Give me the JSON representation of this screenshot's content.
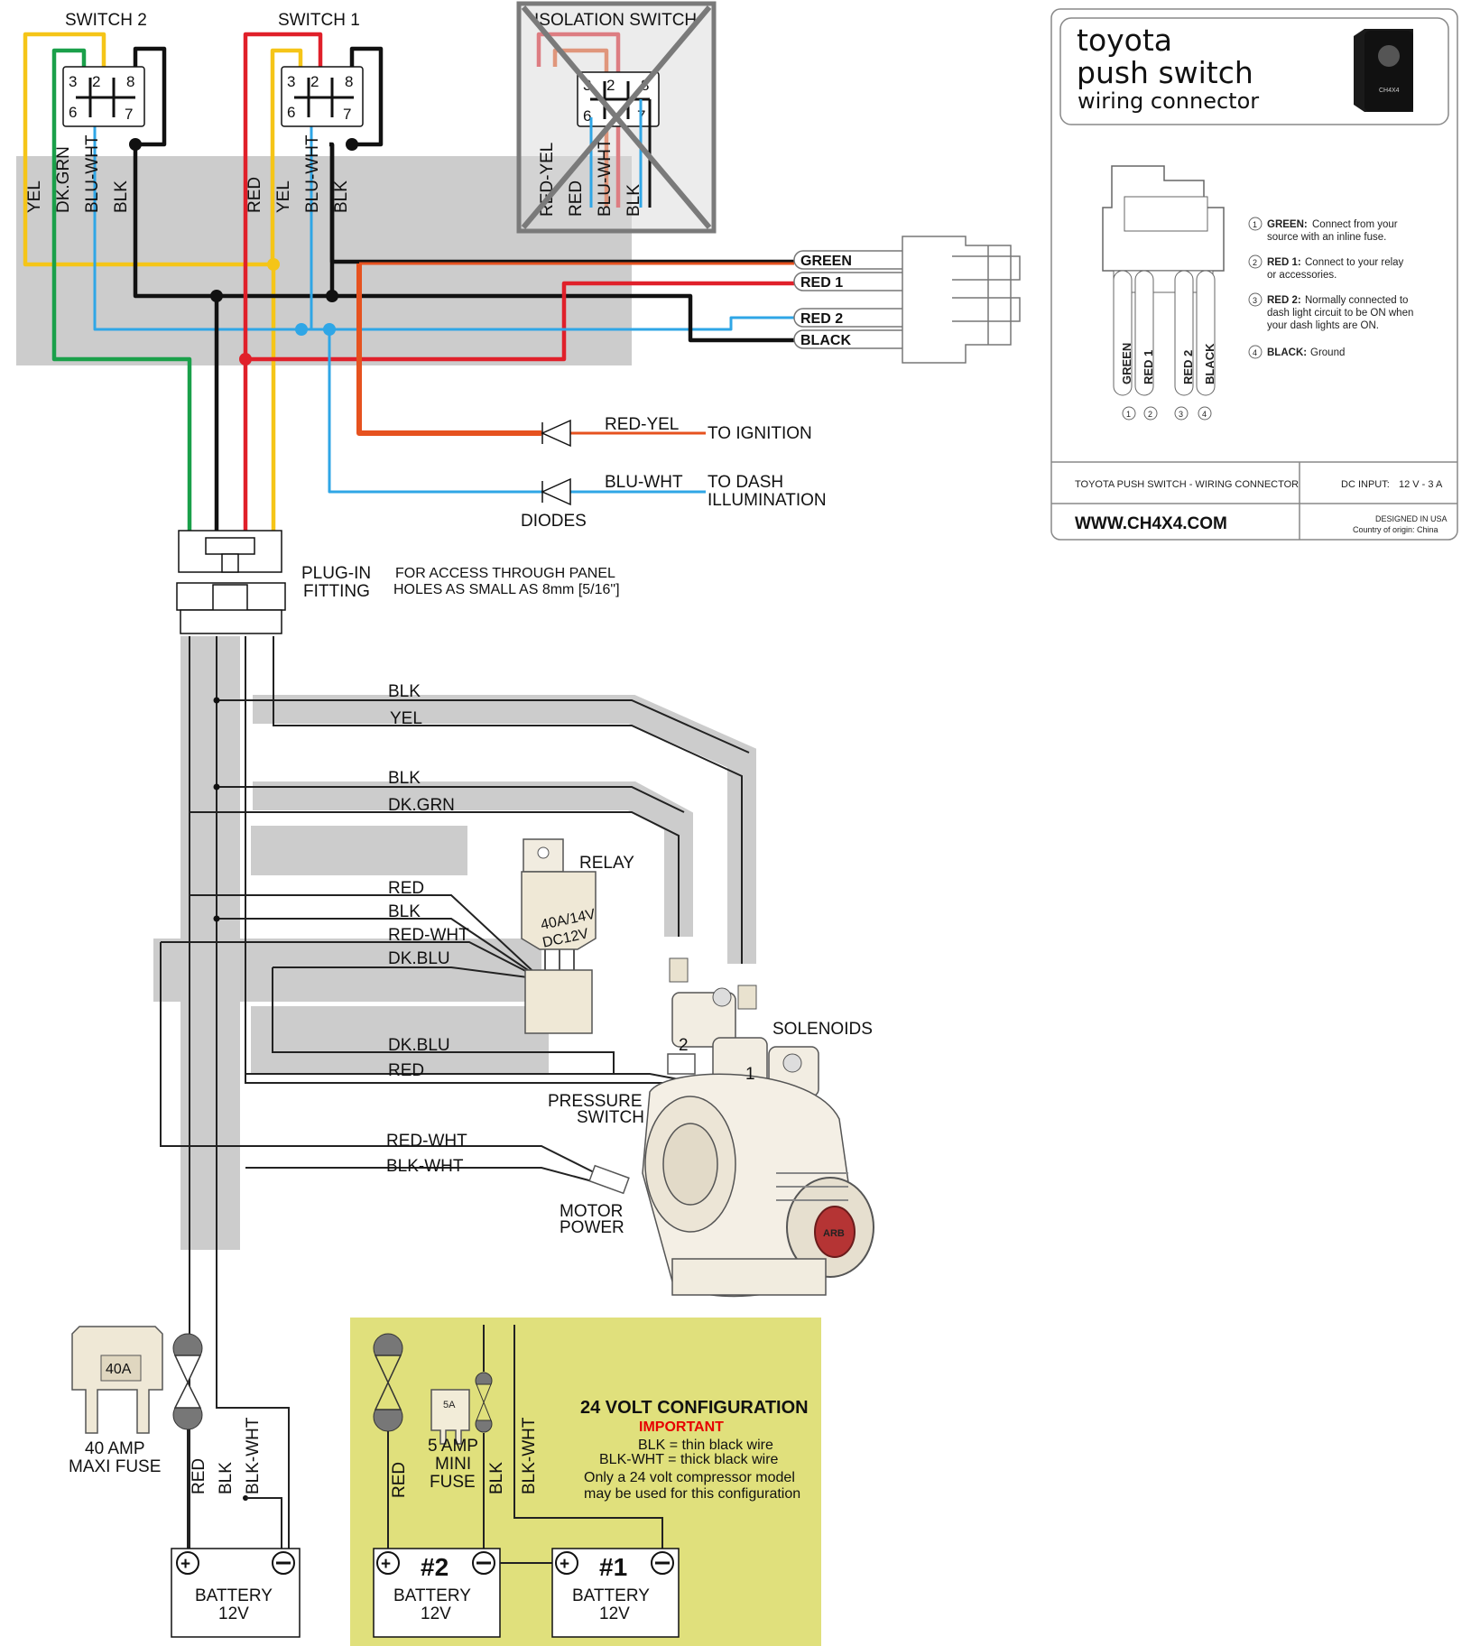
{
  "switches": {
    "switch2": "SWITCH 2",
    "switch1": "SWITCH 1",
    "isolation": "ISOLATION SWITCH",
    "pins": {
      "p3": "3",
      "p2": "2",
      "p8": "8",
      "p6": "6",
      "p7": "7"
    }
  },
  "switch_wires": {
    "s2": [
      "YEL",
      "DK.GRN",
      "BLU-WHT",
      "BLK"
    ],
    "s1": [
      "RED",
      "YEL",
      "BLU-WHT",
      "BLK"
    ],
    "iso": [
      "RED-YEL",
      "RED",
      "BLU-WHT",
      "BLK"
    ]
  },
  "connector_pins": [
    "GREEN",
    "RED 1",
    "RED 2",
    "BLACK"
  ],
  "diodes": {
    "red_yel": "RED-YEL",
    "to_ignition": "TO IGNITION",
    "blu_wht": "BLU-WHT",
    "to_dash_1": "TO DASH",
    "to_dash_2": "ILLUMINATION",
    "label": "DIODES"
  },
  "plug": {
    "label_1": "PLUG-IN",
    "label_2": "FITTING",
    "note_1": "FOR ACCESS THROUGH PANEL",
    "note_2": "HOLES AS SMALL AS 8mm [5/16\"]"
  },
  "harness": {
    "w1": "BLK",
    "w2": "YEL",
    "w3": "BLK",
    "w4": "DK.GRN",
    "w5": "RED",
    "w6": "BLK",
    "w7": "RED-WHT",
    "w8": "DK.BLU",
    "w9": "DK.BLU",
    "w10": "RED",
    "w11": "RED-WHT",
    "w12": "BLK-WHT"
  },
  "components": {
    "relay": "RELAY",
    "relay_text_1": "40A/14V",
    "relay_text_2": "DC12V",
    "solenoids": "SOLENOIDS",
    "sol_1": "1",
    "sol_2": "2",
    "pressure_1": "PRESSURE",
    "pressure_2": "SWITCH",
    "motor_1": "MOTOR",
    "motor_2": "POWER",
    "badge": "ARB"
  },
  "left_power": {
    "fuse_face": "40A",
    "fuse_1": "40 AMP",
    "fuse_2": "MAXI FUSE",
    "red": "RED",
    "blk": "BLK",
    "blk_wht": "BLK-WHT",
    "battery": "BATTERY",
    "volts": "12V"
  },
  "config24": {
    "title": "24 VOLT CONFIGURATION",
    "important": "IMPORTANT",
    "line1": "BLK = thin black wire",
    "line2": "BLK-WHT = thick black wire",
    "line3": "Only a 24 volt compressor model",
    "line4": "may be used for this configuration",
    "fuse_face": "5A",
    "fuse_1": "5 AMP",
    "fuse_2": "MINI",
    "fuse_3": "FUSE",
    "red": "RED",
    "blk": "BLK",
    "blk_wht": "BLK-WHT",
    "bat2_num": "#2",
    "bat1_num": "#1",
    "battery": "BATTERY",
    "volts": "12V"
  },
  "card": {
    "title_1": "toyota",
    "title_2": "push switch",
    "subtitle": "wiring connector",
    "switch_badge": "CH4X4",
    "wire_labels": [
      "GREEN",
      "RED 1",
      "RED 2",
      "BLACK"
    ],
    "nums": [
      "1",
      "2",
      "3",
      "4"
    ],
    "n1_head": "GREEN:",
    "n1_a": "Connect from your",
    "n1_b": "source with an inline fuse.",
    "n2_head": "RED 1:",
    "n2_a": "Connect to your relay",
    "n2_b": "or accessories.",
    "n3_head": "RED 2:",
    "n3_a": "Normally connected to",
    "n3_b": "dash light circuit to be ON when",
    "n3_c": "your dash lights are ON.",
    "n4_head": "BLACK:",
    "n4_a": "Ground",
    "footer_left": "TOYOTA PUSH SWITCH - WIRING CONNECTOR",
    "footer_dc_label": "DC INPUT:",
    "footer_dc_value": "12 V - 3 A",
    "website": "WWW.CH4X4.COM",
    "designed": "DESIGNED IN USA",
    "origin": "Country of origin: China"
  },
  "colors": {
    "red": "#e0202a",
    "yellow": "#f5c518",
    "green": "#1aa04a",
    "blue": "#2fa6e6",
    "black": "#111111",
    "orange": "#e6521f",
    "harness": "#cccccc",
    "panel24": "#e0e07c",
    "important": "#e60000"
  }
}
